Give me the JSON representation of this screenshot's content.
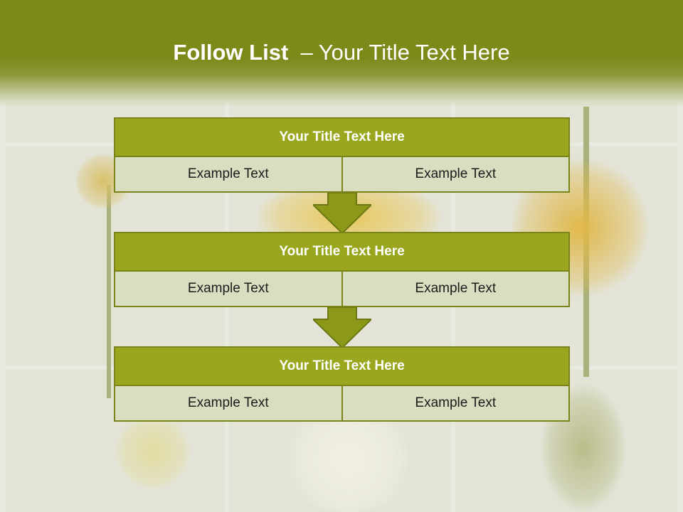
{
  "slide": {
    "title_bold": "Follow List",
    "title_rest": "– Your Title Text Here"
  },
  "blocks": [
    {
      "title": "Your Title Text Here",
      "left": "Example Text",
      "right": "Example Text"
    },
    {
      "title": "Your Title Text Here",
      "left": "Example Text",
      "right": "Example Text"
    },
    {
      "title": "Your Title Text Here",
      "left": "Example Text",
      "right": "Example Text"
    }
  ],
  "colors": {
    "header": "#7d8a1a",
    "block_title": "#9aa61e",
    "cell": "#d9dec1",
    "border": "#7a8418"
  }
}
